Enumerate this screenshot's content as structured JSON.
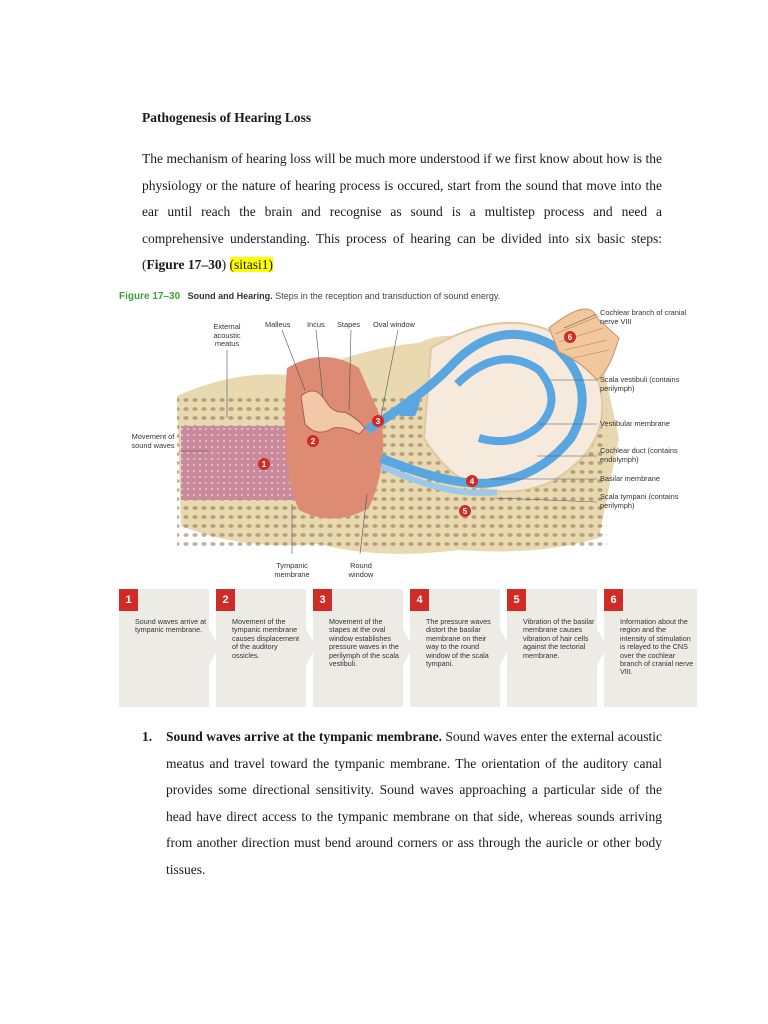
{
  "heading": "Pathogenesis of Hearing Loss",
  "intro": {
    "text": "The mechanism of hearing loss will be much more understood if we first know about how is the physiology or the nature of hearing process is occured, start from the sound that move into the ear until reach the brain and recognise as sound is a multistep process and need a comprehensive understanding. This process of hearing can be divided into six basic steps: (",
    "figure_ref": "Figure 17–30",
    "close": ")",
    "citation": "(sitasi1)"
  },
  "figure": {
    "number": "Figure 17–30",
    "title": "Sound and Hearing.",
    "subtitle": "Steps in the reception and transduction of sound energy.",
    "labels": {
      "external_meatus": "External acoustic meatus",
      "malleus": "Malleus",
      "incus": "Incus",
      "stapes": "Stapes",
      "oval_window": "Oval window",
      "movement": "Movement of sound waves",
      "tympanic": "Tympanic membrane",
      "round_window": "Round window",
      "cochlear_branch": "Cochlear branch of cranial nerve VIII",
      "scala_vestibuli": "Scala vestibuli (contains perilymph)",
      "vestibular_membrane": "Vestibular membrane",
      "cochlear_duct": "Cochlear duct (contains endolymph)",
      "basilar_membrane": "Basilar membrane",
      "scala_tympani": "Scala tympani (contains perilymph)"
    },
    "markers": [
      "1",
      "2",
      "3",
      "4",
      "5",
      "6"
    ],
    "steps": [
      {
        "num": "1",
        "text": "Sound waves arrive at tympanic membrane."
      },
      {
        "num": "2",
        "text": "Movement of the tympanic membrane causes displacement of the auditory ossicles."
      },
      {
        "num": "3",
        "text": "Movement of the stapes at the oval window establishes pressure waves in the perilymph of the scala vestibuli."
      },
      {
        "num": "4",
        "text": "The pressure waves distort the basilar membrane on their way to the round window of the scala tympani."
      },
      {
        "num": "5",
        "text": "Vibration of the basilar membrane causes vibration of hair cells against the tectorial membrane."
      },
      {
        "num": "6",
        "text": "Information about the region and the intensity of stimulation is relayed to the CNS over the cochlear branch of cranial nerve VIII."
      }
    ],
    "colors": {
      "accent_red": "#d12b27",
      "caption_green": "#3ea236",
      "bone": "#e9d9b1",
      "tissue": "#dd8b73",
      "fluid_blue": "#5aa6e0",
      "step_box": "#ecebe6"
    }
  },
  "list": {
    "num": "1.",
    "lead": "Sound waves arrive at the tympanic membrane.",
    "text": " Sound waves enter the external acoustic meatus and travel toward the tympanic membrane. The orientation of the auditory canal provides some directional sensitivity. Sound waves approaching a particular side of the head have direct access to the tympanic membrane on that side, whereas sounds arriving from another direction must bend around corners or ass through the auricle or other body tissues."
  }
}
